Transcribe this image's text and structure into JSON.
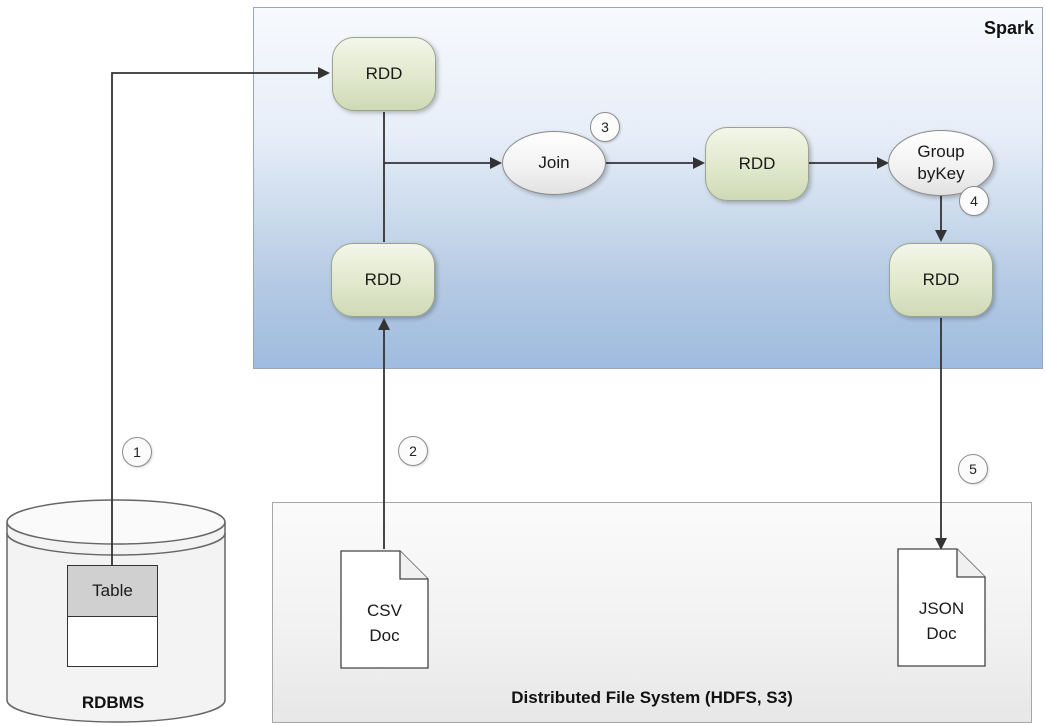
{
  "spark": {
    "title": "Spark"
  },
  "dfs": {
    "title": "Distributed File System (HDFS, S3)"
  },
  "rdbms": {
    "label": "RDBMS",
    "table_label": "Table"
  },
  "nodes": {
    "rdd_top": "RDD",
    "rdd_bottom": "RDD",
    "join": "Join",
    "rdd_middle": "RDD",
    "group_by_key_line1": "Group",
    "group_by_key_line2": "byKey",
    "rdd_result": "RDD"
  },
  "docs": {
    "csv_line1": "CSV",
    "csv_line2": "Doc",
    "json_line1": "JSON",
    "json_line2": "Doc"
  },
  "steps": [
    "1",
    "2",
    "3",
    "4",
    "5"
  ],
  "colors": {
    "rdd_fill": "#e1e8cc",
    "spark_gradient_bottom": "#9fbbdf",
    "arrow": "#333333"
  }
}
